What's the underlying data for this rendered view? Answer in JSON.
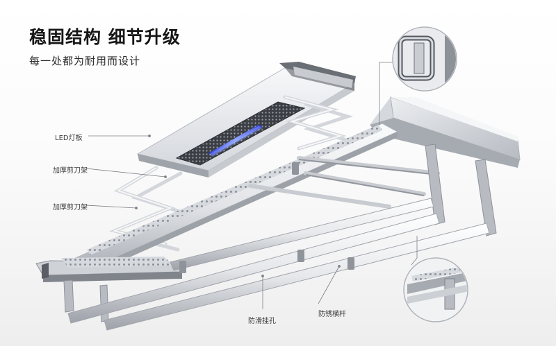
{
  "header": {
    "title": "稳固结构 细节升级",
    "subtitle": "每一处都为耐用而设计"
  },
  "callouts": {
    "led_panel": "LED灯板",
    "scissor_arm_1": "加厚剪刀架",
    "scissor_arm_2": "加厚剪刀架",
    "anti_slip_holes": "防滑挂孔",
    "anti_rust_rod": "防锈横杆"
  },
  "colors": {
    "frame_light": "#f1f2f4",
    "frame_shadow": "#b9bcc2",
    "dark_trim": "#505459",
    "led_glow": "#5b7cff"
  }
}
